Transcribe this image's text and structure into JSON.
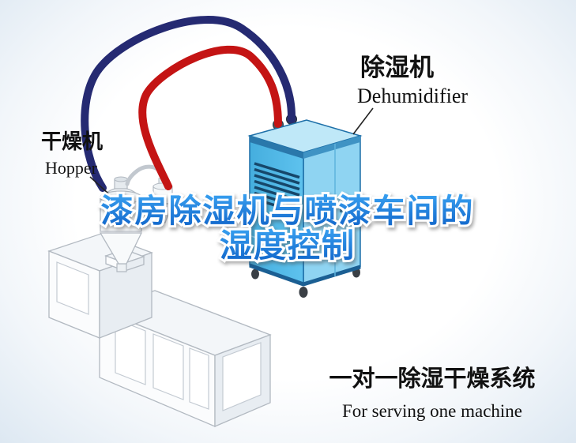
{
  "title": {
    "line1": "漆房除湿机与喷漆车间的",
    "line2": "湿度控制"
  },
  "labels": {
    "dehumidifier": {
      "cn": "除湿机",
      "en": "Dehumidifier"
    },
    "hopper": {
      "cn": "干燥机",
      "en": "Hopper"
    }
  },
  "caption": {
    "cn": "一对一除湿干燥系统",
    "en": "For serving one machine"
  },
  "colors": {
    "title_blue_top": "#3aa3f2",
    "title_blue_bottom": "#0f62c8",
    "pipe_red": "#c41414",
    "pipe_navy": "#252a72",
    "dehumidifier_front": "#4fb8e6",
    "dehumidifier_side": "#8fd4f2",
    "dehumidifier_top": "#bfe8f8"
  }
}
